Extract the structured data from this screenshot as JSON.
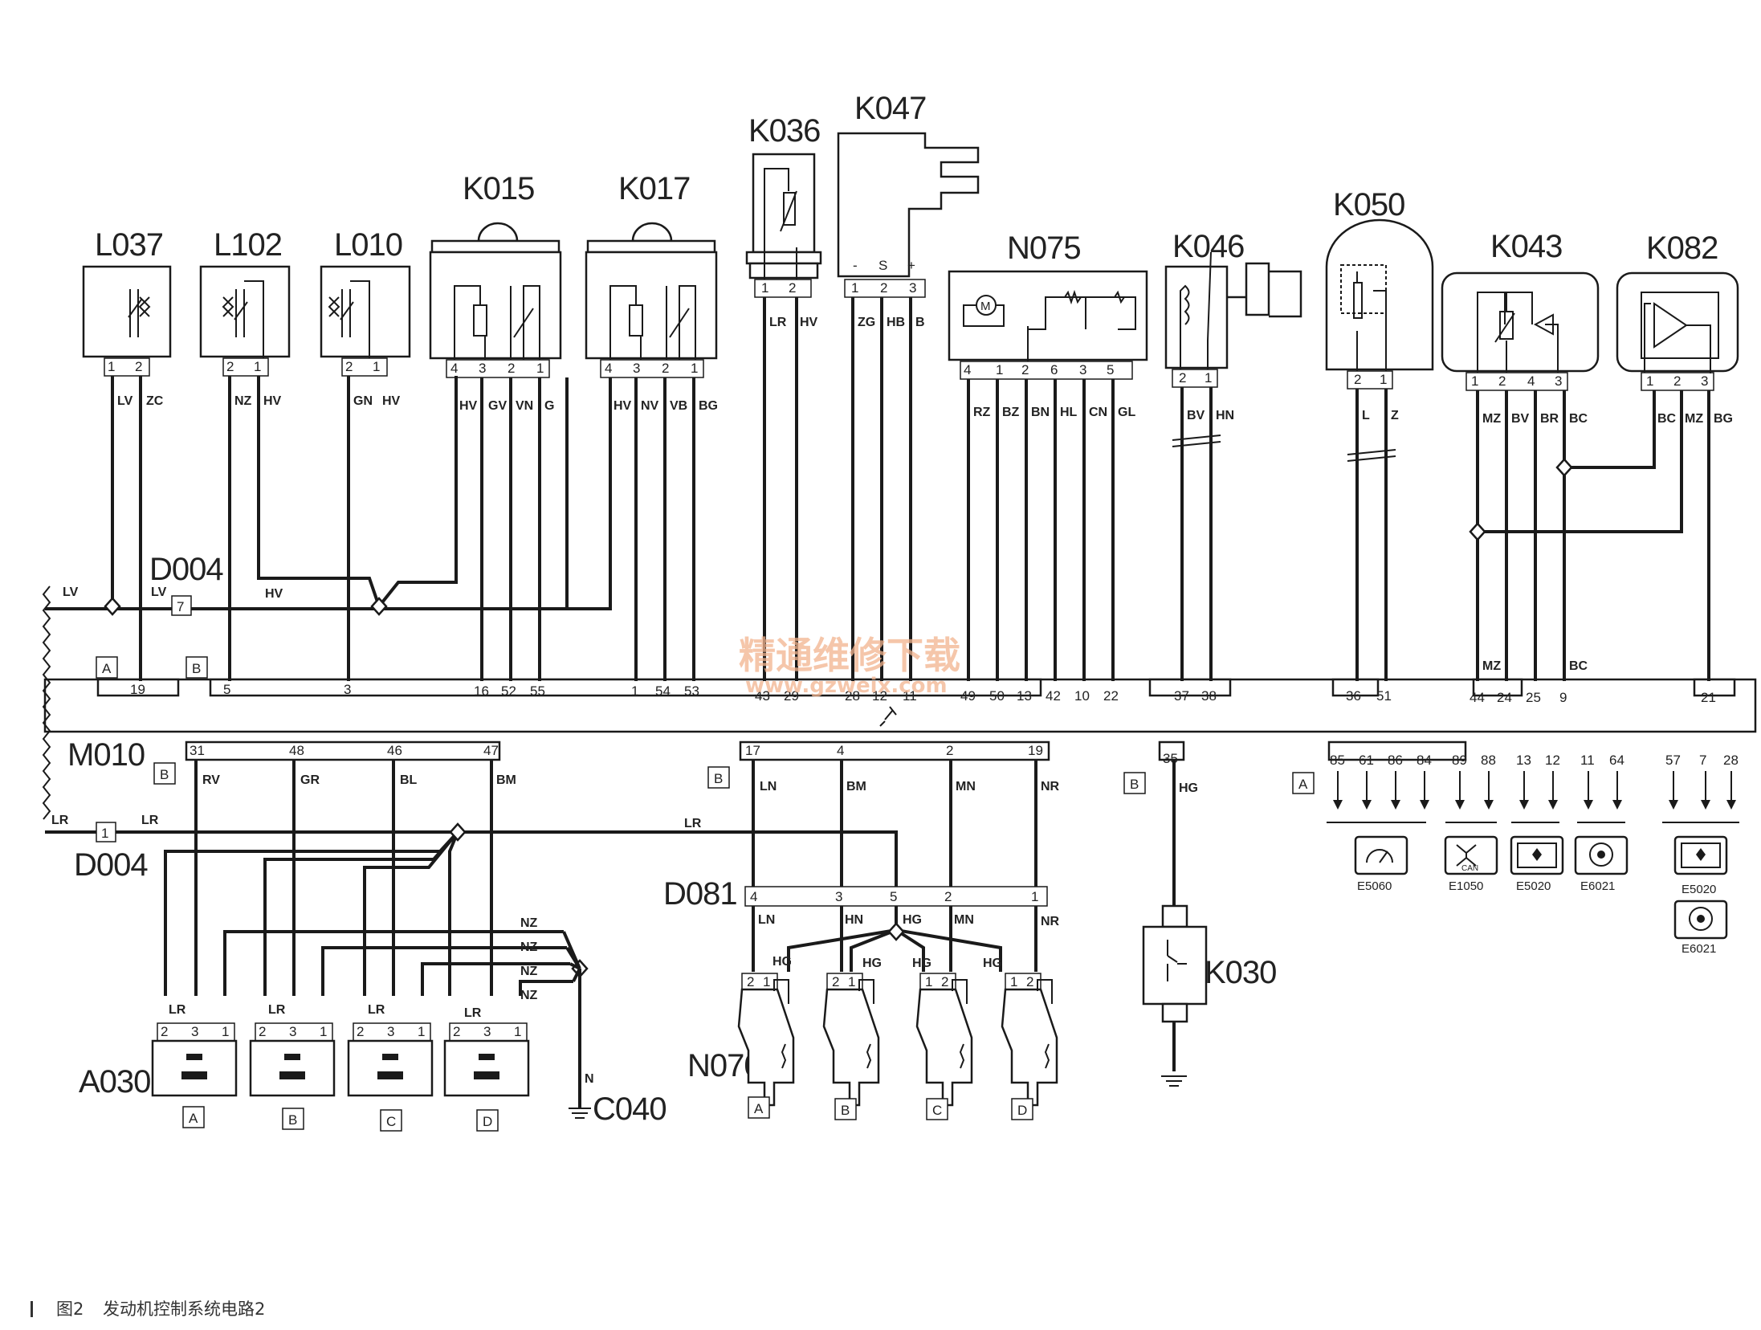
{
  "components": {
    "L037": "L037",
    "L102": "L102",
    "L010": "L010",
    "K015": "K015",
    "K017": "K017",
    "K036": "K036",
    "K047": "K047",
    "N075": "N075",
    "K046": "K046",
    "K050": "K050",
    "K043": "K043",
    "K082": "K082",
    "M010": "M010",
    "D004_top": "D004",
    "D004_bottom": "D004",
    "D081": "D081",
    "A030": "A030",
    "C040": "C040",
    "N070": "N070",
    "K030": "K030"
  },
  "pins": {
    "L037": [
      "1",
      "2"
    ],
    "L102": [
      "2",
      "1"
    ],
    "L010": [
      "2",
      "1"
    ],
    "K015": [
      "4",
      "3",
      "2",
      "1"
    ],
    "K017": [
      "4",
      "3",
      "2",
      "1"
    ],
    "K036": [
      "1",
      "2"
    ],
    "K047": [
      "1",
      "2",
      "3"
    ],
    "K047_sym": [
      "-",
      "S",
      "+"
    ],
    "N075": [
      "4",
      "1",
      "2",
      "6",
      "3",
      "5"
    ],
    "K046": [
      "2",
      "1"
    ],
    "K050": [
      "2",
      "1"
    ],
    "K043": [
      "1",
      "2",
      "4",
      "3"
    ],
    "K082": [
      "1",
      "2",
      "3"
    ]
  },
  "wires": {
    "L037": [
      "LV",
      "ZC"
    ],
    "L102": [
      "NZ",
      "HV"
    ],
    "L010": [
      "GN",
      "HV"
    ],
    "K015": [
      "HV",
      "GV",
      "VN",
      "G"
    ],
    "K017": [
      "HV",
      "NV",
      "VB",
      "BG"
    ],
    "K036": [
      "LR",
      "HV"
    ],
    "K047": [
      "ZG",
      "HB",
      "B"
    ],
    "N075": [
      "RZ",
      "BZ",
      "BN",
      "HL",
      "CN",
      "GL"
    ],
    "K046": [
      "BV",
      "HN"
    ],
    "K050": [
      "L",
      "Z"
    ],
    "K043": [
      "MZ",
      "BV",
      "BR",
      "BC"
    ],
    "K082": [
      "BC",
      "MZ",
      "BG"
    ],
    "bus_lv": "LV",
    "bus_lv2": "LV",
    "bus_hv": "HV",
    "k043_mz": "MZ",
    "k043_bc": "BC",
    "m010_b": [
      "RV",
      "GR",
      "BL",
      "BM"
    ],
    "m010_b2": [
      "LN",
      "BM",
      "MN",
      "NR"
    ],
    "m010_hg": "HG",
    "d004_lr": "LR",
    "d004_lr2": "LR",
    "d081_lower": [
      "LN",
      "HN",
      "HG",
      "MN",
      "NR"
    ],
    "a030_lr": "LR",
    "nz": "NZ",
    "c040_n": "N",
    "hg": "HG"
  },
  "connector_tags": {
    "a": "A",
    "b": "B",
    "d004_pin7": "7",
    "d004_pin1": "1"
  },
  "ecu_top_pins": {
    "group_a": [
      "19"
    ],
    "group_b": [
      "5",
      "3",
      "16",
      "52",
      "55",
      "1",
      "54",
      "53",
      "43",
      "29",
      "28",
      "12",
      "11",
      "49",
      "50",
      "13",
      "42",
      "10",
      "22",
      "37",
      "38",
      "36",
      "51",
      "44",
      "24",
      "25",
      "9",
      "21"
    ]
  },
  "ecu_bottom_pins": {
    "b1": [
      "31",
      "48",
      "46",
      "47"
    ],
    "b2": [
      "17",
      "4",
      "2",
      "19"
    ],
    "b3": [
      "35"
    ],
    "a": [
      "85",
      "61",
      "86",
      "84",
      "89",
      "88",
      "13",
      "12",
      "11",
      "64",
      "57",
      "7",
      "28"
    ]
  },
  "d081_pins": [
    "4",
    "3",
    "5",
    "2",
    "1"
  ],
  "injector_pins": [
    "2",
    "1"
  ],
  "a030_pins": [
    "2",
    "3",
    "1"
  ],
  "a030_labels": [
    "A",
    "B",
    "C",
    "D"
  ],
  "n070_labels": [
    "A",
    "B",
    "C",
    "D"
  ],
  "modules": [
    "E5060",
    "E1050",
    "E5020",
    "E6021",
    "E5020",
    "E6021"
  ],
  "module_icons": [
    "speedometer-icon",
    "can-network-icon",
    "fan-radiator-icon",
    "fan-wheel-icon",
    "fan-radiator-icon",
    "fan-wheel-icon"
  ],
  "can_label": "CAN",
  "watermark": {
    "main": "精通维修下载",
    "url": "www.gzweix.com"
  },
  "caption": {
    "figure": "图2",
    "title": "发动机控制系统电路2"
  }
}
